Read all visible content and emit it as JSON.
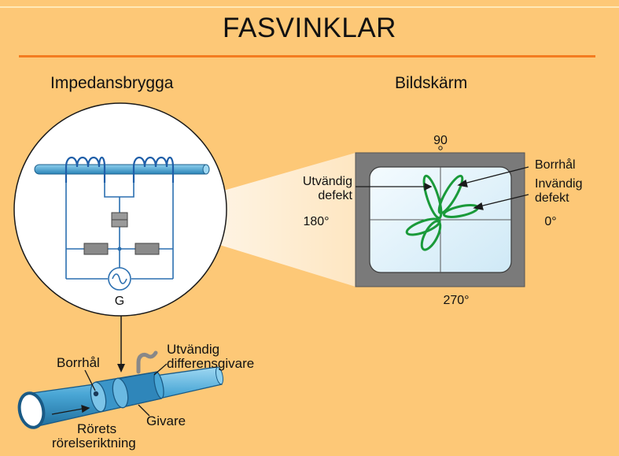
{
  "title": "FASVINKLAR",
  "headings": {
    "bridge": "Impedansbrygga",
    "screen": "Bildskärm"
  },
  "bridge": {
    "generator_label": "G"
  },
  "screen": {
    "angle_top": "90",
    "angle_left": "180°",
    "angle_right": "0°",
    "angle_bottom": "270°",
    "label_borehole": "Borrhål",
    "label_inner_1": "Invändig",
    "label_inner_2": "defekt",
    "label_outer_1": "Utvändig",
    "label_outer_2": "defekt"
  },
  "probe": {
    "label_borehole": "Borrhål",
    "label_outer_1": "Utvändig",
    "label_outer_2": "differensgivare",
    "label_probe": "Givare",
    "label_direction_1": "Rörets",
    "label_direction_2": "rörelseriktning"
  },
  "colors": {
    "background": "#fdc877",
    "accent_rule": "#f47c20",
    "tube": "#3aa0d0",
    "circuit": "#2b6fb0",
    "trace": "#1a9a3a",
    "frame": "#7a7a7a"
  }
}
